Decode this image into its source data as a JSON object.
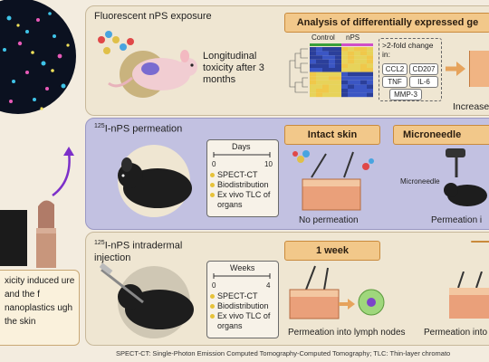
{
  "left": {
    "caption": "xicity induced ure and the f nanoplastics ugh the skin"
  },
  "top": {
    "title": "Fluorescent nPS exposure",
    "longitudinal": "Longitudinal toxicity after 3 months",
    "analysis_tag": "Analysis of differentially expressed ge",
    "heatmap_col1": "Control",
    "heatmap_col2": "nPS",
    "fold_change": ">2-fold change in:",
    "genes": [
      "CCL2",
      "CD207",
      "TNF",
      "IL-6",
      "MMP-3"
    ],
    "increase_text": "Increase"
  },
  "mid": {
    "title_sup": "125",
    "title": "I-nPS permeation",
    "days_label": "Days",
    "tick0": "0",
    "tick1": "10",
    "items": [
      "SPECT-CT",
      "Biodistribution",
      "Ex vivo TLC of organs"
    ],
    "intact_tag": "Intact skin",
    "micro_tag": "Microneedle",
    "no_perm": "No permeation",
    "microneedle_label": "Microneedle",
    "perm_text": "Permeation i"
  },
  "bot": {
    "title_sup": "125",
    "title": "I-nPS intradermal injection",
    "weeks_label": "Weeks",
    "tick0": "0",
    "tick1": "4",
    "items": [
      "SPECT-CT",
      "Biodistribution",
      "Ex vivo TLC of organs"
    ],
    "week_tag": "1 week",
    "perm_lymph": "Permeation into lymph nodes",
    "perm_into": "Permeation into"
  },
  "footer": "SPECT-CT: Single-Photon Emission Computed Tomography-Computed Tomography; TLC: Thin-layer chromato"
}
